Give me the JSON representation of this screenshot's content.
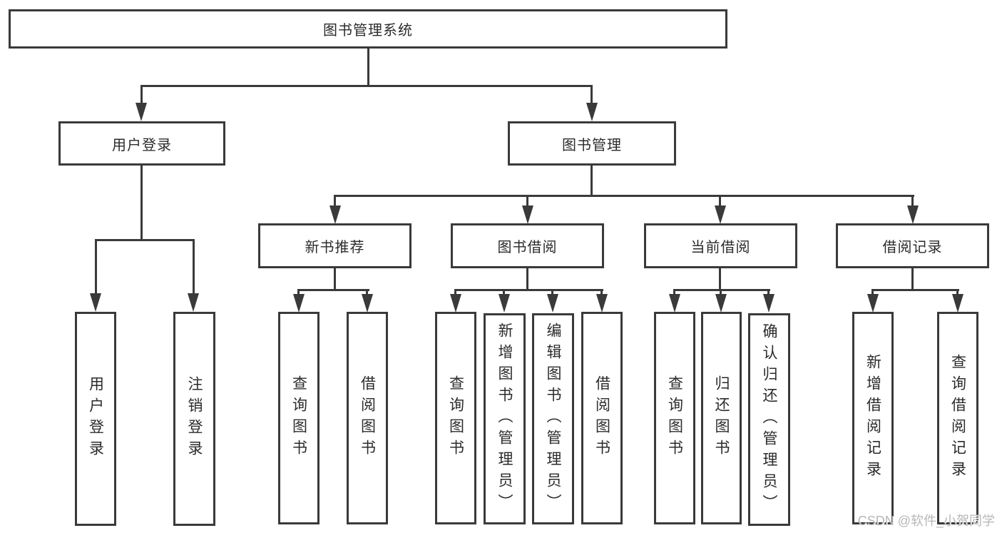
{
  "diagram": {
    "type": "hierarchy-diagram",
    "colors": {
      "line": "#3a3a3a",
      "box_border": "#3a3a3a",
      "text": "#2b2b2b",
      "watermark": "#b7b7b7",
      "background": "#ffffff"
    },
    "root": {
      "label": "图书管理系统"
    },
    "branches": [
      {
        "label": "用户登录",
        "children": [
          {
            "label": "用户登录"
          },
          {
            "label": "注销登录"
          }
        ]
      },
      {
        "label": "图书管理",
        "children": [
          {
            "label": "新书推荐",
            "children": [
              {
                "label": "查询图书"
              },
              {
                "label": "借阅图书"
              }
            ]
          },
          {
            "label": "图书借阅",
            "children": [
              {
                "label": "查询图书"
              },
              {
                "label": "新增图书（管理员）"
              },
              {
                "label": "编辑图书（管理员）"
              },
              {
                "label": "借阅图书"
              }
            ]
          },
          {
            "label": "当前借阅",
            "children": [
              {
                "label": "查询图书"
              },
              {
                "label": "归还图书"
              },
              {
                "label": "确认归还（管理员）"
              }
            ]
          },
          {
            "label": "借阅记录",
            "children": [
              {
                "label": "新增借阅记录"
              },
              {
                "label": "查询借阅记录"
              }
            ]
          }
        ]
      }
    ],
    "watermark": "CSDN @软件_小贺同学"
  }
}
